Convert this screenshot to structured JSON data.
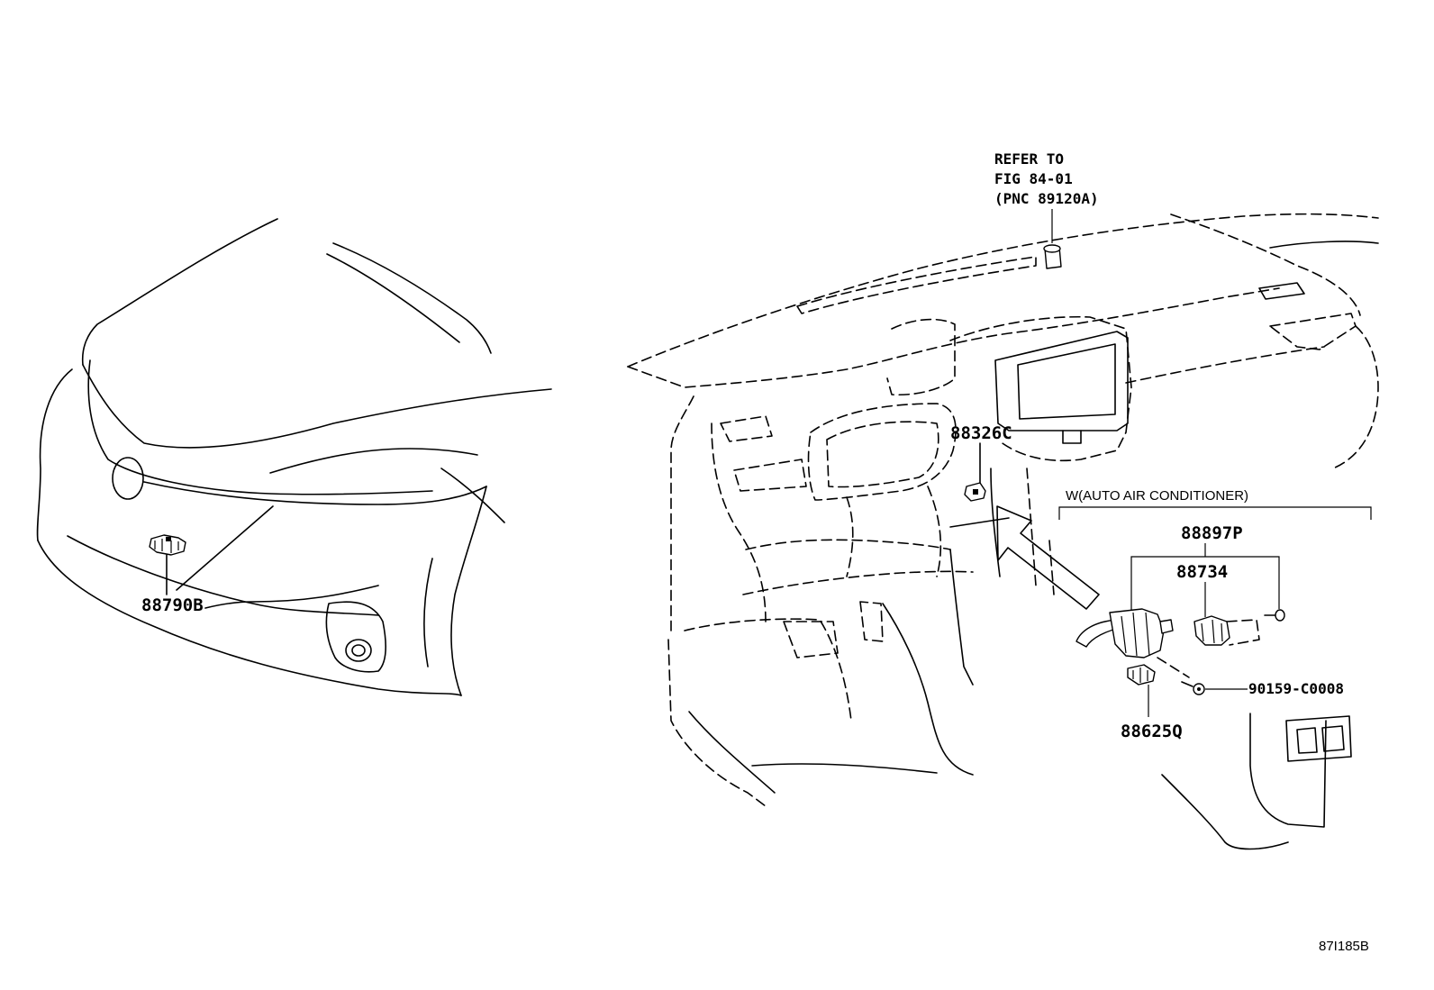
{
  "labels": {
    "bumper_sensor": "88790B",
    "cabin_sensor": "88326C",
    "sensor_assy": "88897P",
    "sensor_sub": "88734",
    "bracket": "88625Q",
    "screw": "90159-C0008"
  },
  "refer_note": {
    "line1": "REFER TO",
    "line2": "FIG 84-01",
    "line3": "(PNC 89120A)"
  },
  "variant_note": "W(AUTO AIR CONDITIONER)",
  "figure_code": "87I185B"
}
